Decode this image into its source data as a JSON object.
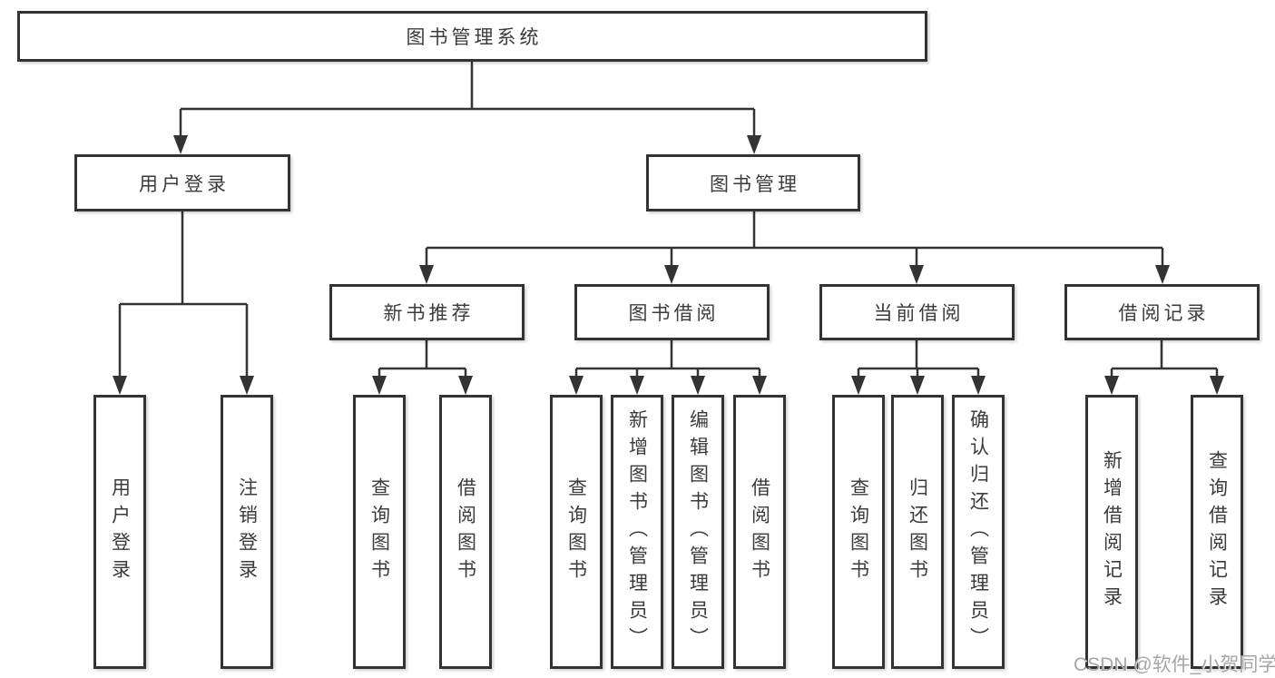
{
  "nodes": {
    "root": "图书管理系统",
    "user_login": "用户登录",
    "book_management": "图书管理",
    "new_book_recommend": "新书推荐",
    "book_borrow": "图书借阅",
    "current_borrow": "当前借阅",
    "borrow_records": "借阅记录",
    "leaves": {
      "user_login": [
        "用户登录",
        "注销登录"
      ],
      "new_book_recommend": [
        "查询图书",
        "借阅图书"
      ],
      "book_borrow": [
        "查询图书",
        "新增图书（管理员）",
        "编辑图书（管理员）",
        "借阅图书"
      ],
      "current_borrow": [
        "查询图书",
        "归还图书",
        "确认归还（管理员）"
      ],
      "borrow_records": [
        "新增借阅记录",
        "查询借阅记录"
      ]
    }
  },
  "watermark": "CSDN @软件_小贺同学",
  "colors": {
    "line": "#333333",
    "box_border": "#333333",
    "text": "#3b3b3b",
    "watermark": "#9e9e9e",
    "background": "#ffffff"
  }
}
